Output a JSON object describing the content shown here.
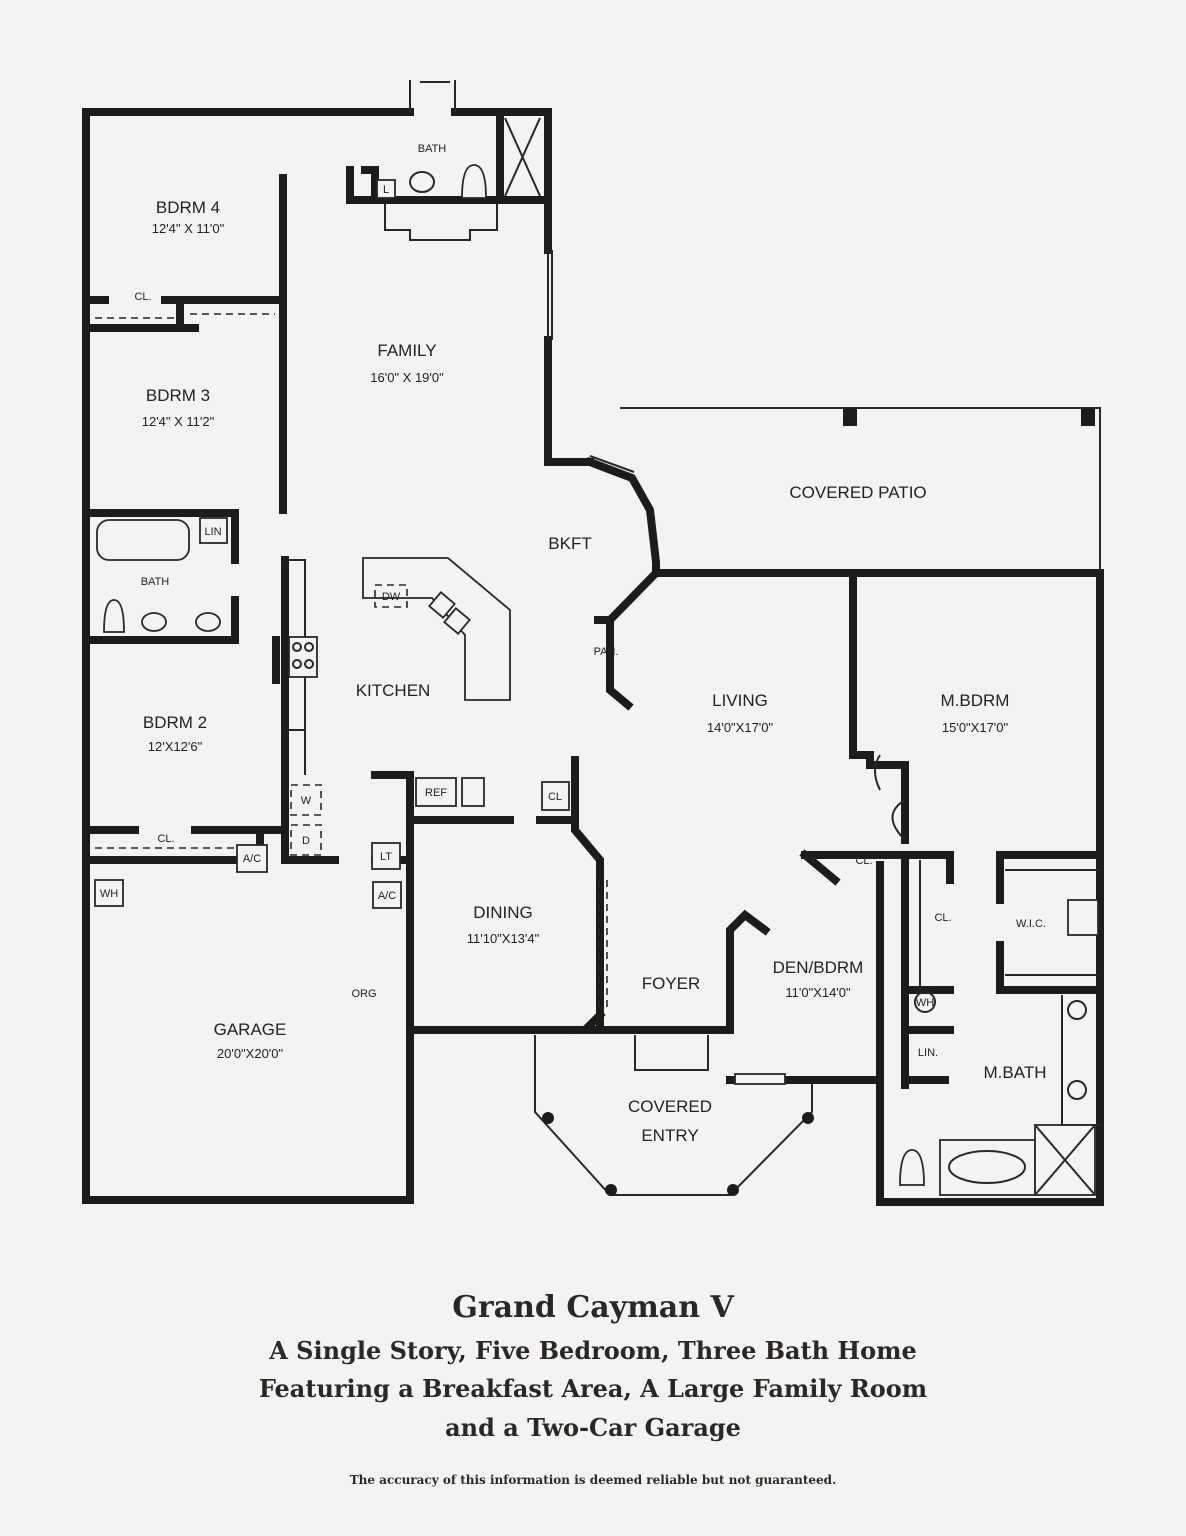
{
  "rooms": [
    {
      "name": "BDRM 4",
      "size": "12'4\" X 11'0\""
    },
    {
      "name": "BDRM 3",
      "size": "12'4\" X 11'2\""
    },
    {
      "name": "FAMILY",
      "size": "16'0\" X 19'0\""
    },
    {
      "name": "BKFT"
    },
    {
      "name": "KITCHEN"
    },
    {
      "name": "LIVING",
      "size": "14'0\"X17'0\""
    },
    {
      "name": "M.BDRM",
      "size": "15'0\"X17'0\""
    },
    {
      "name": "BDRM 2",
      "size": "12'X12'6\""
    },
    {
      "name": "DINING",
      "size": "11'10\"X13'4\""
    },
    {
      "name": "FOYER"
    },
    {
      "name": "DEN/BDRM",
      "size": "11'0\"X14'0\""
    },
    {
      "name": "GARAGE",
      "size": "20'0\"X20'0\""
    },
    {
      "name": "COVERED PATIO"
    },
    {
      "name": "COVERED",
      "name2": "ENTRY"
    },
    {
      "name": "M.BATH"
    }
  ],
  "fixtures": [
    "BATH",
    "L",
    "LIN",
    "BATH",
    "CL.",
    "DW",
    "PAN.",
    "REF",
    "CL",
    "W",
    "D",
    "A/C",
    "LT",
    "A/C",
    "WH",
    "ORG",
    "CL.",
    "CL.",
    "CL.",
    "W.I.C.",
    "WH",
    "LIN."
  ],
  "caption": {
    "title": "Grand Cayman V",
    "line1": "A Single Story, Five Bedroom, Three Bath Home",
    "line2": "Featuring a Breakfast Area, A Large Family Room",
    "line3": "and a Two-Car Garage",
    "disclaimer": "The accuracy of this information is deemed reliable but not guaranteed."
  }
}
